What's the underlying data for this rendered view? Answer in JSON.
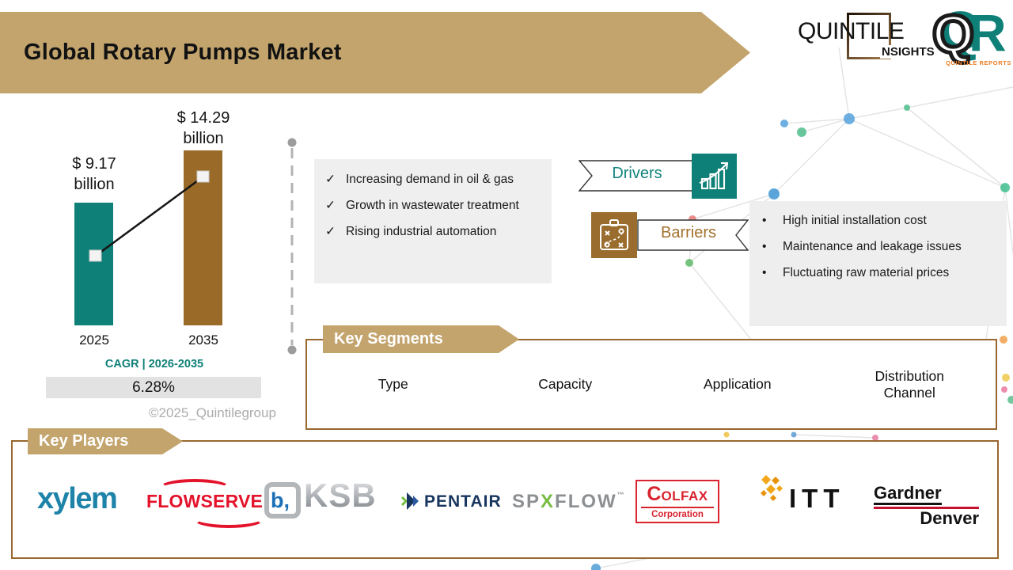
{
  "header": {
    "title": "Global Rotary Pumps Market"
  },
  "brand": {
    "wordmark": "QUINTILE",
    "wordmark_sub": "NSIGHTS",
    "qr_q": "Q",
    "qr_r": "R",
    "qr_caption": "QUINTILE REPORTS"
  },
  "chart_data": {
    "type": "bar",
    "categories": [
      "2025",
      "2035"
    ],
    "values": [
      9.17,
      14.29
    ],
    "unit": "USD billion",
    "bar_labels": [
      "$ 9.17\nbillion",
      "$ 14.29\nbillion"
    ],
    "bar_colors": [
      "#0E8077",
      "#9A6A28"
    ],
    "trend_line": true,
    "cagr_label": "CAGR | 2026-2035",
    "cagr_value": "6.28%"
  },
  "copyright": "©2025_Quintilegroup",
  "drivers": {
    "label": "Drivers",
    "bullet": "✓",
    "items": [
      "Increasing demand in oil & gas",
      "Growth in wastewater treatment",
      "Rising industrial automation"
    ]
  },
  "barriers": {
    "label": "Barriers",
    "bullet": "•",
    "items": [
      "High initial installation cost",
      "Maintenance and leakage issues",
      "Fluctuating raw material prices"
    ]
  },
  "segments": {
    "title": "Key Segments",
    "items": [
      "Type",
      "Capacity",
      "Application",
      "Distribution Channel"
    ]
  },
  "players": {
    "title": "Key Players",
    "logos": {
      "xylem": {
        "text": "xylem"
      },
      "flowserve": {
        "text": "FLOWSERVE",
        "reg": "®"
      },
      "ksb": {
        "icon": "b,",
        "text": "KSB"
      },
      "pentair": {
        "text": "PENTAIR"
      },
      "spxflow": {
        "p1": "SP",
        "x": "X",
        "p2": "FLOW",
        "tm": "™"
      },
      "colfax": {
        "c": "C",
        "rest": "OLFAX",
        "sub": "Corporation"
      },
      "itt": {
        "text": "ITT"
      },
      "gardner": {
        "line1": "Gardner",
        "line2": "Denver"
      }
    }
  },
  "colors": {
    "accent_tan": "#C3A46D",
    "teal": "#0E8077",
    "brown": "#9A6A28",
    "box_border": "#99672F"
  }
}
